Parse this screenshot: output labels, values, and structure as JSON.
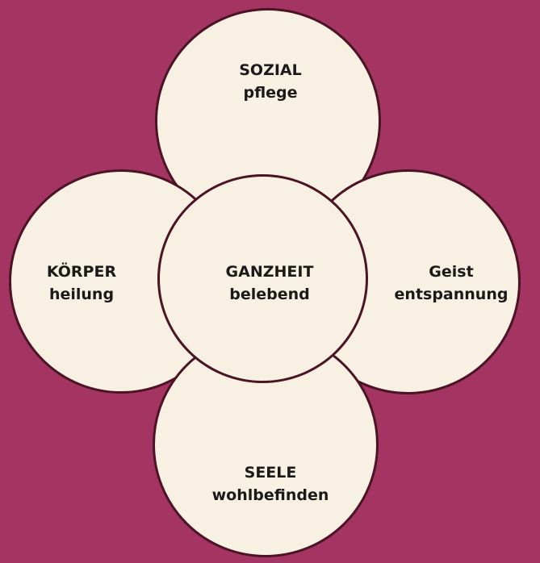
{
  "colors": {
    "background": "#a43462",
    "circle_fill": "#f9f0e4",
    "circle_border": "#4a1425",
    "text": "#1a1a1a"
  },
  "diagram": {
    "center": {
      "title": "GANZHEIT",
      "subtitle": "belebend"
    },
    "top": {
      "title": "SOZIAL",
      "subtitle": "pflege"
    },
    "left": {
      "title": "KÖRPER",
      "subtitle": "heilung"
    },
    "right": {
      "title": "Geist",
      "subtitle": "entspannung"
    },
    "bottom": {
      "title": "SEELE",
      "subtitle": "wohlbefinden"
    }
  }
}
